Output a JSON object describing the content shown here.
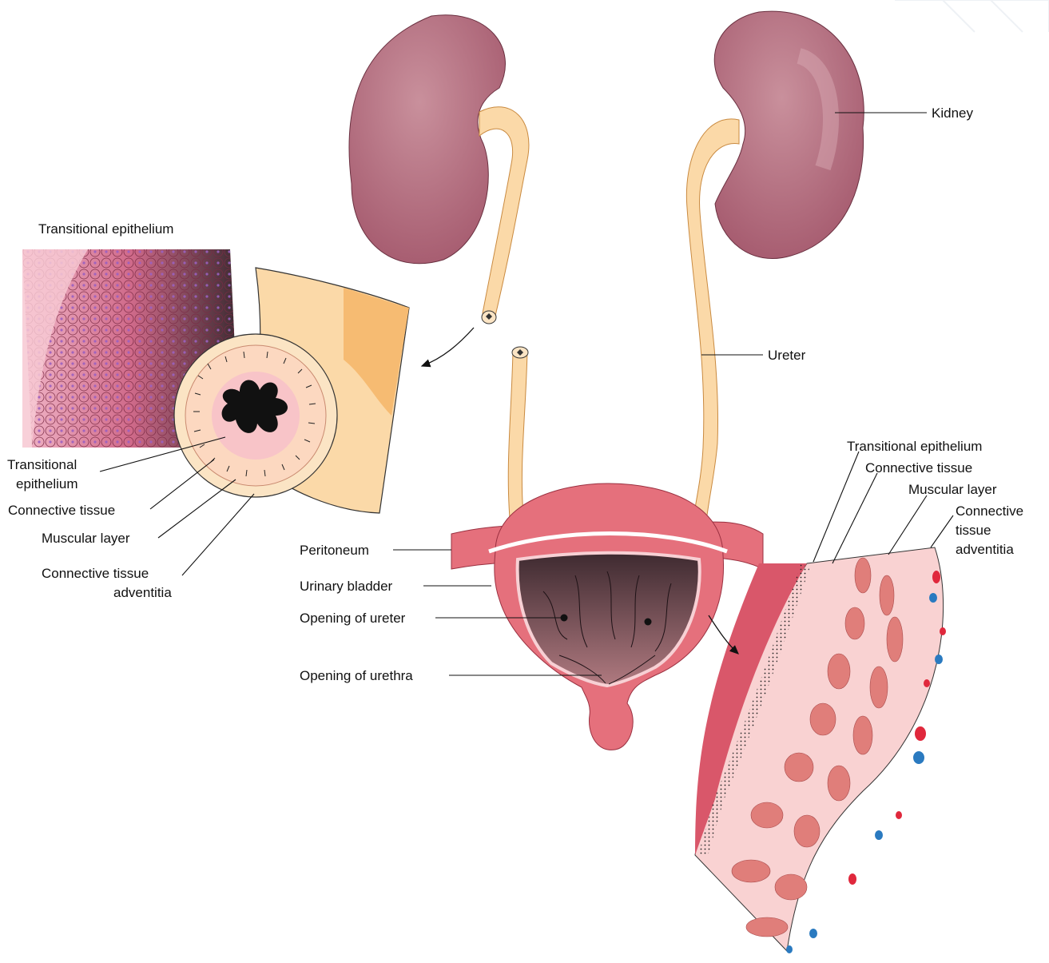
{
  "labels": {
    "kidney": "Kidney",
    "ureter": "Ureter",
    "peritoneum": "Peritoneum",
    "urinary_bladder": "Urinary bladder",
    "opening_of_ureter": "Opening of ureter",
    "opening_of_urethra": "Opening of urethra",
    "ureter_section": {
      "title": "Transitional epithelium",
      "transitional_epithelium_line1": "Transitional",
      "transitional_epithelium_line2": "epithelium",
      "connective_tissue": "Connective tissue",
      "muscular_layer": "Muscular layer",
      "adventitia_line1": "Connective tissue",
      "adventitia_line2": "adventitia"
    },
    "bladder_wall": {
      "transitional_epithelium": "Transitional epithelium",
      "connective_tissue": "Connective tissue",
      "muscular_layer": "Muscular layer",
      "adventitia_line1": "Connective",
      "adventitia_line2": "tissue",
      "adventitia_line3": "adventitia"
    }
  },
  "colors": {
    "kidney": "#a55a6e",
    "kidney_highlight": "#c9909c",
    "ureter": "#fbd9a8",
    "ureter_edge": "#e8a95a",
    "bladder": "#e5707c",
    "bladder_interior": "#5a3a42",
    "epithelium_pink": "#e9a0b6",
    "muscle": "#e07e7a",
    "wall_background": "#f9d2d2",
    "vessel_red": "#e0283c",
    "vessel_blue": "#2a7ac0"
  }
}
